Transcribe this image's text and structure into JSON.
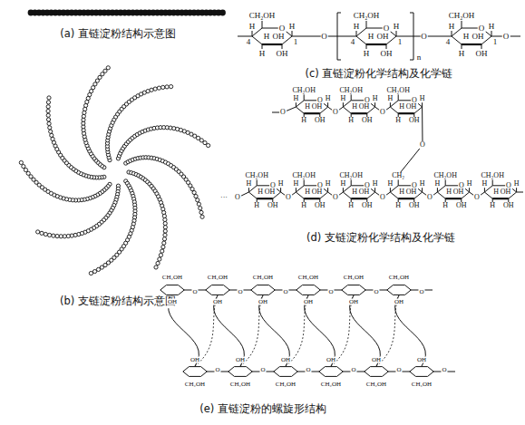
{
  "diagram": {
    "labels": [
      "(a) 直链淀粉结构示意图",
      "(b) 支链淀粉结构示意图",
      "(c) 直链淀粉化学结构及化学链",
      "(d) 支链淀粉化学结构及化学链",
      "(e) 直链淀粉的螺旋形结构",
      "CH₂OH",
      "O",
      "H",
      "H",
      "H",
      "OH",
      "H",
      "OH",
      "CH₂OH",
      "O",
      "H",
      "H",
      "H",
      "OH",
      "H",
      "OH",
      "CH₂OH",
      "O",
      "H",
      "H",
      "H",
      "OH",
      "H",
      "OH",
      "4",
      "1",
      "4",
      "1",
      "4",
      "1",
      "O",
      "O",
      "O",
      "n",
      "CH₂OH",
      "O",
      "H",
      "H",
      "H",
      "OH",
      "H",
      "OH",
      "CH₂OH",
      "O",
      "H",
      "H",
      "H",
      "OH",
      "H",
      "OH",
      "CH₂OH",
      "O",
      "H",
      "H",
      "H",
      "OH",
      "H",
      "OH",
      "CH₂OH",
      "O",
      "H",
      "H",
      "H",
      "OH",
      "H",
      "OH",
      "CH₂OH",
      "O",
      "H",
      "H",
      "H",
      "OH",
      "H",
      "OH",
      "CH₂OH",
      "O",
      "H",
      "H",
      "H",
      "OH",
      "H",
      "OH",
      "CH₂",
      "O",
      "H",
      "H",
      "H",
      "OH",
      "H",
      "OH",
      "CH₂OH",
      "O",
      "H",
      "H",
      "H",
      "OH",
      "H",
      "OH",
      "CH₂OH",
      "O",
      "H",
      "H",
      "H",
      "OH",
      "H",
      "OH",
      "O",
      "O",
      "O",
      "O",
      "···",
      "O",
      "O",
      "O",
      "O",
      "O",
      "O",
      "CH₂OH",
      "OH",
      "O",
      "CH₂OH",
      "OH",
      "O",
      "CH₂OH",
      "OH",
      "O",
      "CH₂OH",
      "OH",
      "O",
      "CH₂OH",
      "OH",
      "O",
      "CH₂OH",
      "OH",
      "O",
      "CH₂OH",
      "OH",
      "O",
      "CH₂OH",
      "OH",
      "O",
      "CH₂OH",
      "OH",
      "O",
      "CH₂OH",
      "OH",
      "O",
      "CH₂OH",
      "OH",
      "O",
      "CH₂OH",
      "OH",
      "O"
    ]
  }
}
